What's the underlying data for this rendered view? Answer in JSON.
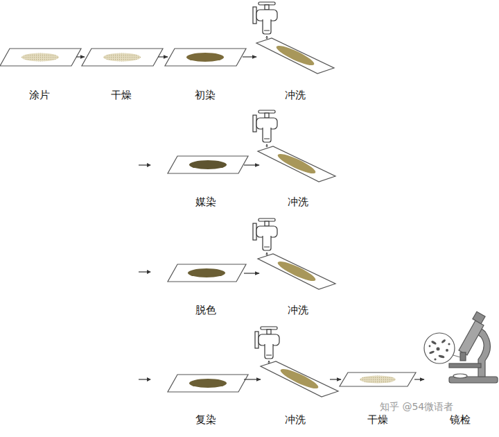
{
  "diagram": {
    "nodes": [
      {
        "text": [
          "涂片"
        ]
      },
      {
        "text": [
          "干燥"
        ]
      },
      {
        "text": [
          "初染"
        ]
      },
      {
        "text": [
          "冲洗"
        ]
      },
      {
        "text": [
          "媒染"
        ]
      },
      {
        "text": [
          "冲洗"
        ]
      },
      {
        "text": [
          "脱色"
        ]
      },
      {
        "text": [
          "冲洗"
        ]
      },
      {
        "text": [
          "复染"
        ]
      },
      {
        "text": [
          "冲洗"
        ]
      },
      {
        "text": [
          "干燥"
        ]
      },
      {
        "text": [
          "镜检"
        ]
      }
    ],
    "edges": [
      {
        "from": 0,
        "to": 1,
        "arrow": "to"
      },
      {
        "from": 1,
        "to": 2,
        "arrow": "to"
      },
      {
        "from": 2,
        "to": 3,
        "arrow": "to"
      },
      {
        "from": 4,
        "to": 5,
        "arrow": "to"
      },
      {
        "from": 6,
        "to": 7,
        "arrow": "to"
      },
      {
        "from": 8,
        "to": 9,
        "arrow": "to"
      },
      {
        "from": 9,
        "to": 10,
        "arrow": "to"
      },
      {
        "from": 10,
        "to": 11,
        "arrow": "to"
      }
    ],
    "labels": [
      "知乎 @54微语者"
    ]
  }
}
